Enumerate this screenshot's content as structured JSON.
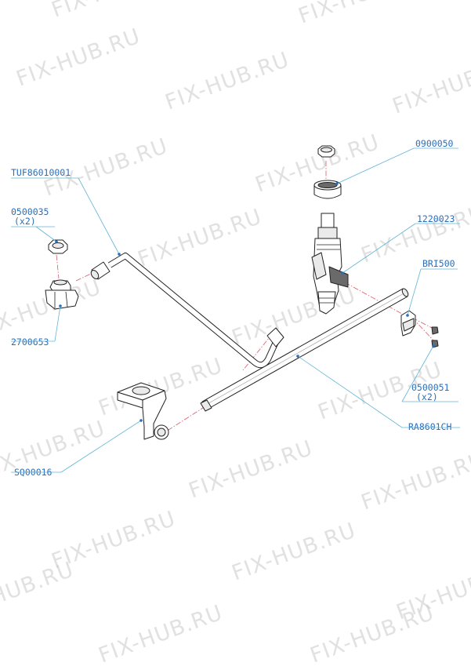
{
  "watermark": "FIX-HUB.RU",
  "parts": [
    {
      "id": "p-0900050",
      "code": "0900050"
    },
    {
      "id": "p-tuf",
      "code": "TUF86010001"
    },
    {
      "id": "p-0500035",
      "code": "0500035",
      "qty": "(x2)"
    },
    {
      "id": "p-1220023",
      "code": "1220023"
    },
    {
      "id": "p-bri500",
      "code": "BRI500"
    },
    {
      "id": "p-2700653",
      "code": "2700653"
    },
    {
      "id": "p-0500051",
      "code": "0500051",
      "qty": "(x2)"
    },
    {
      "id": "p-ra8601ch",
      "code": "RA8601CH"
    },
    {
      "id": "p-sq00016",
      "code": "SQ00016"
    }
  ]
}
